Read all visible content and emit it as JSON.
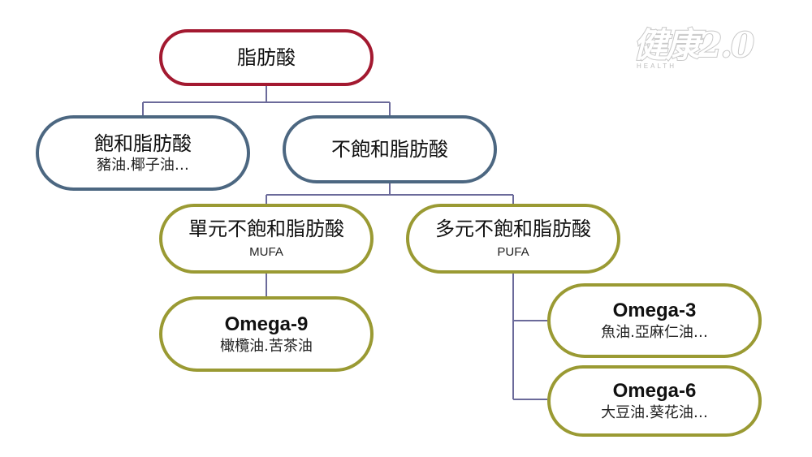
{
  "nodes": {
    "fatty_acid": {
      "title": "脂肪酸"
    },
    "saturated": {
      "title": "飽和脂肪酸",
      "examples": "豬油.椰子油…"
    },
    "unsaturated": {
      "title": "不飽和脂肪酸"
    },
    "mufa": {
      "title": "單元不飽和脂肪酸",
      "abbr": "MUFA"
    },
    "pufa": {
      "title": "多元不飽和脂肪酸",
      "abbr": "PUFA"
    },
    "omega9": {
      "title": "Omega-9",
      "examples": "橄欖油.苦茶油"
    },
    "omega3": {
      "title": "Omega-3",
      "examples": "魚油.亞麻仁油…"
    },
    "omega6": {
      "title": "Omega-6",
      "examples": "大豆油.葵花油…"
    }
  },
  "logo": {
    "text": "健康2.0",
    "sub": "HEALTH"
  },
  "colors": {
    "root_border": "#a31930",
    "level2_border": "#4c6781",
    "level3_border": "#9a9a33",
    "connector": "#6b6a9a"
  }
}
